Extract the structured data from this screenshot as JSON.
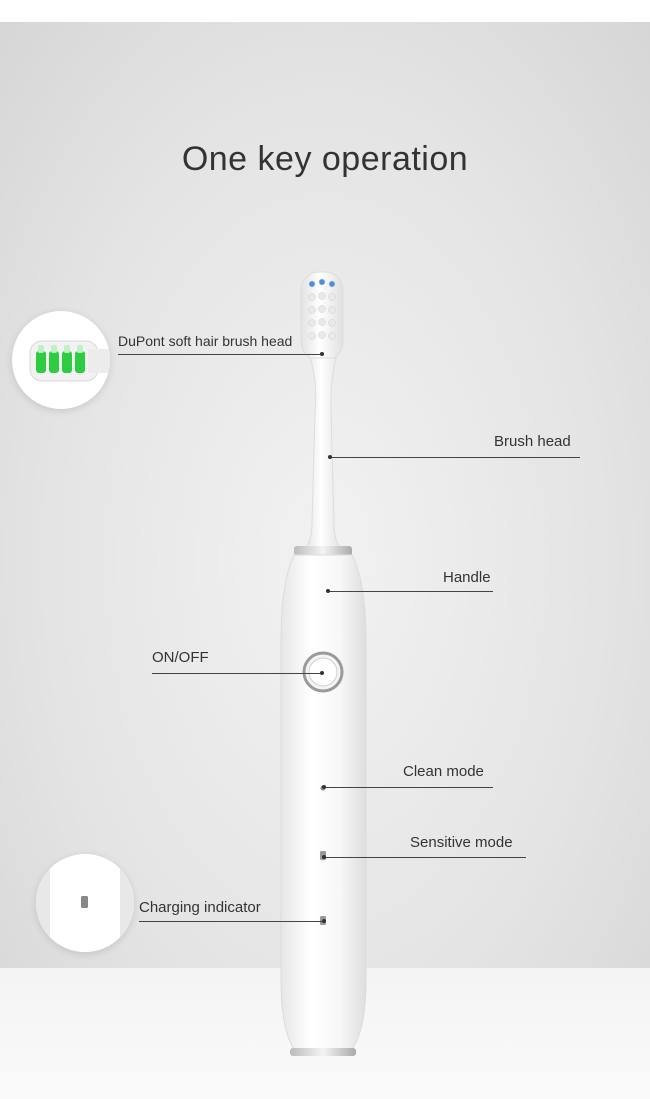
{
  "title": "One key operation",
  "callouts": {
    "dupont": "DuPont soft hair brush head",
    "brush_head": "Brush head",
    "handle": "Handle",
    "on_off": "ON/OFF",
    "clean_mode": "Clean mode",
    "sensitive_mode": "Sensitive mode",
    "charging": "Charging indicator"
  },
  "colors": {
    "background": "#e4e4e4",
    "text": "#333333",
    "bristle_green": "#2ecc40",
    "bristle_blue": "#4a90e2"
  },
  "icons": [
    "toothbrush-illustration",
    "brush-head-closeup-icon",
    "indicator-light-closeup-icon"
  ]
}
